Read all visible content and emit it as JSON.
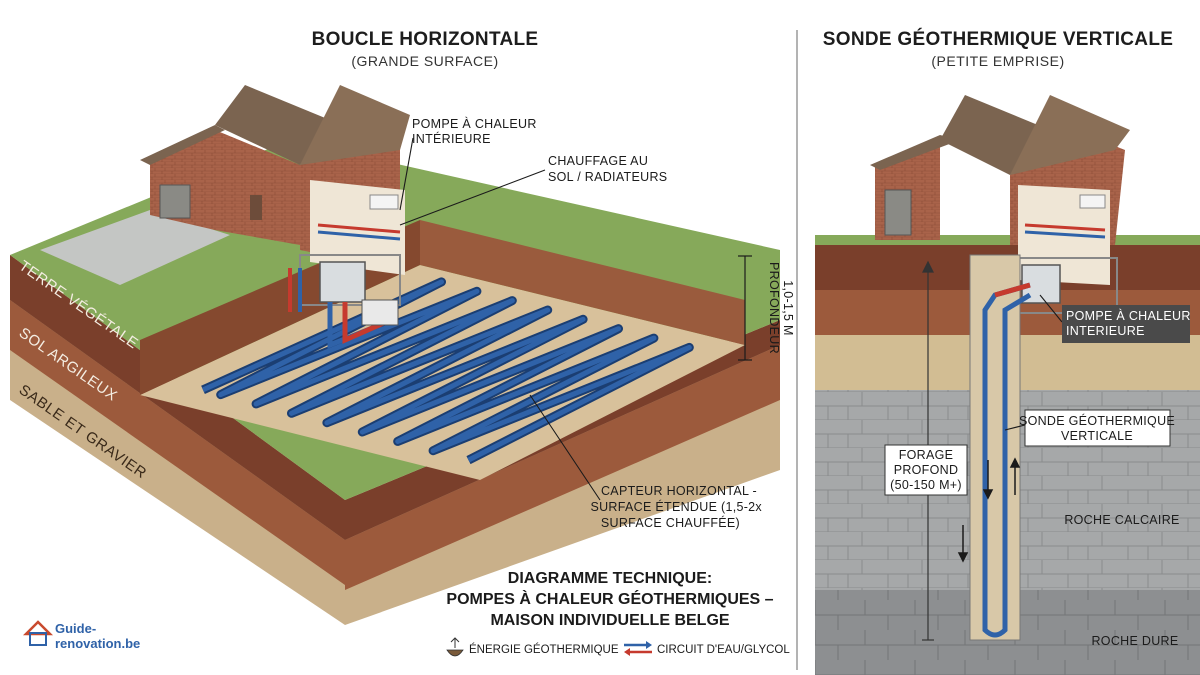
{
  "left": {
    "title": "BOUCLE HORIZONTALE",
    "subtitle": "(GRANDE SURFACE)",
    "labels": {
      "pump_line1": "POMPE À CHALEUR",
      "pump_line2": "INTÉRIEURE",
      "floor_line1": "CHAUFFAGE AU",
      "floor_line2": "SOL / RADIATEURS",
      "depth_line1": "PROFONDEUR",
      "depth_line2": "1,0-1,5 M",
      "collector_line1": "CAPTEUR HORIZONTAL -",
      "collector_line2": "SURFACE ÉTENDUE (1,5-2x",
      "collector_line3": "SURFACE CHAUFFÉE)"
    },
    "layers": {
      "topsoil": "TERRE VÉGÉTALE",
      "clay": "SOL ARGILEUX",
      "sand": "SABLE ET GRAVIER"
    }
  },
  "right": {
    "title": "SONDE GÉOTHERMIQUE VERTICALE",
    "subtitle": "(PETITE EMPRISE)",
    "labels": {
      "pump_line1": "POMPE À CHALEUR",
      "pump_line2": "INTERIEURE",
      "probe_line1": "SONDE GÉOTHERMIQUE",
      "probe_line2": "VERTICALE",
      "drill_line1": "FORAGE",
      "drill_line2": "PROFOND",
      "drill_line3": "(50-150 M+)",
      "limestone": "ROCHE CALCAIRE",
      "hardrock": "ROCHE DURE"
    }
  },
  "diagram": {
    "line1": "DIAGRAMME TECHNIQUE:",
    "line2": "POMPES À CHALEUR GÉOTHERMIQUES –",
    "line3": "MAISON INDIVIDUELLE BELGE"
  },
  "legend": {
    "energy": "ÉNERGIE GÉOTHERMIQUE",
    "circuit": "CIRCUIT D'EAU/GLYCOL"
  },
  "logo": {
    "line1": "Guide-",
    "line2": "renovation.be"
  },
  "colors": {
    "grass": "#86a95a",
    "topsoil": "#7a3f2b",
    "clay": "#9c5a3c",
    "sand": "#c9b08a",
    "rock": "#a3a5a6",
    "hardrock": "#8c8e90",
    "pipe_blue": "#2f62a8",
    "pipe_red": "#c63a2e",
    "brick": "#a9634a",
    "roof": "#7b6450"
  }
}
